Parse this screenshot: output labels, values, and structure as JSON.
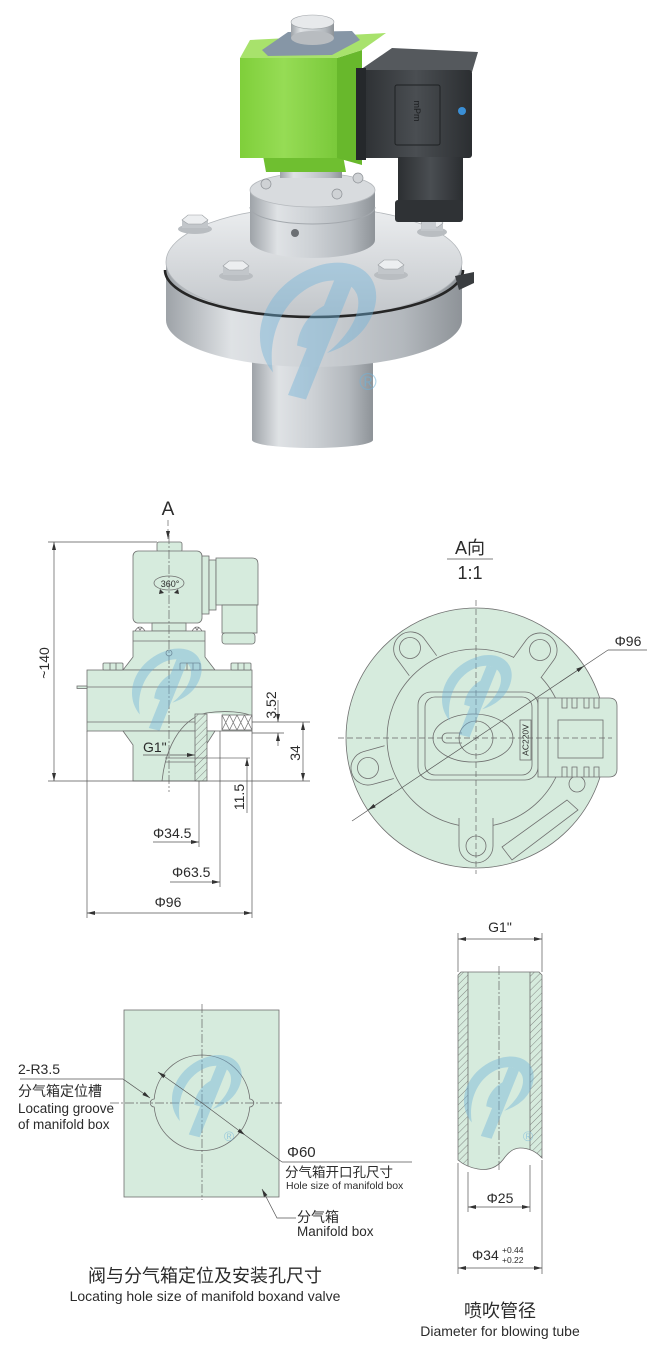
{
  "product_photo": {
    "connector_marking": "mPm",
    "registered_mark": "®"
  },
  "side_view": {
    "view_label": "A",
    "coil_rotation": "360°",
    "dim_overall_height": "~140",
    "dim_gasket": "3.52",
    "dim_flange_to_outlet": "34",
    "dim_thread_depth": "11.5",
    "dim_bore": "Φ34.5",
    "dim_outlet": "Φ63.5",
    "dim_flange": "Φ96",
    "thread": "G1\""
  },
  "top_view": {
    "title": "A向",
    "scale": "1:1",
    "dim_flange": "Φ96",
    "coil_voltage": "AC220V"
  },
  "manifold_hole": {
    "groove_dim": "2-R3.5",
    "groove_label_cn": "分气箱定位槽",
    "groove_label_en": [
      "Locating groove",
      "of manifold box"
    ],
    "hole_dim": "Φ60",
    "hole_label_cn": "分气箱开口孔尺寸",
    "hole_label_en": "Hole size of manifold box",
    "box_label_cn": "分气箱",
    "box_label_en": "Manifold box",
    "caption_cn": "阀与分气箱定位及安装孔尺寸",
    "caption_en": "Locating hole size of manifold boxand valve"
  },
  "blowing_tube": {
    "thread": "G1\"",
    "dim_inner": "Φ25",
    "dim_outer": "Φ34",
    "tol_upper": "+0.44",
    "tol_lower": "+0.22",
    "caption_cn": "喷吹管径",
    "caption_en": "Diameter for blowing tube"
  },
  "watermark": {
    "registered_mark": "®"
  },
  "colors": {
    "drawing_fill": "#d6ebdd",
    "drawing_line": "#6f6f6f",
    "coil_green": "#86d443",
    "connector_black": "#3a3d41",
    "aluminum": "#c9cdd1",
    "watermark_blue": "#6fb3da"
  }
}
